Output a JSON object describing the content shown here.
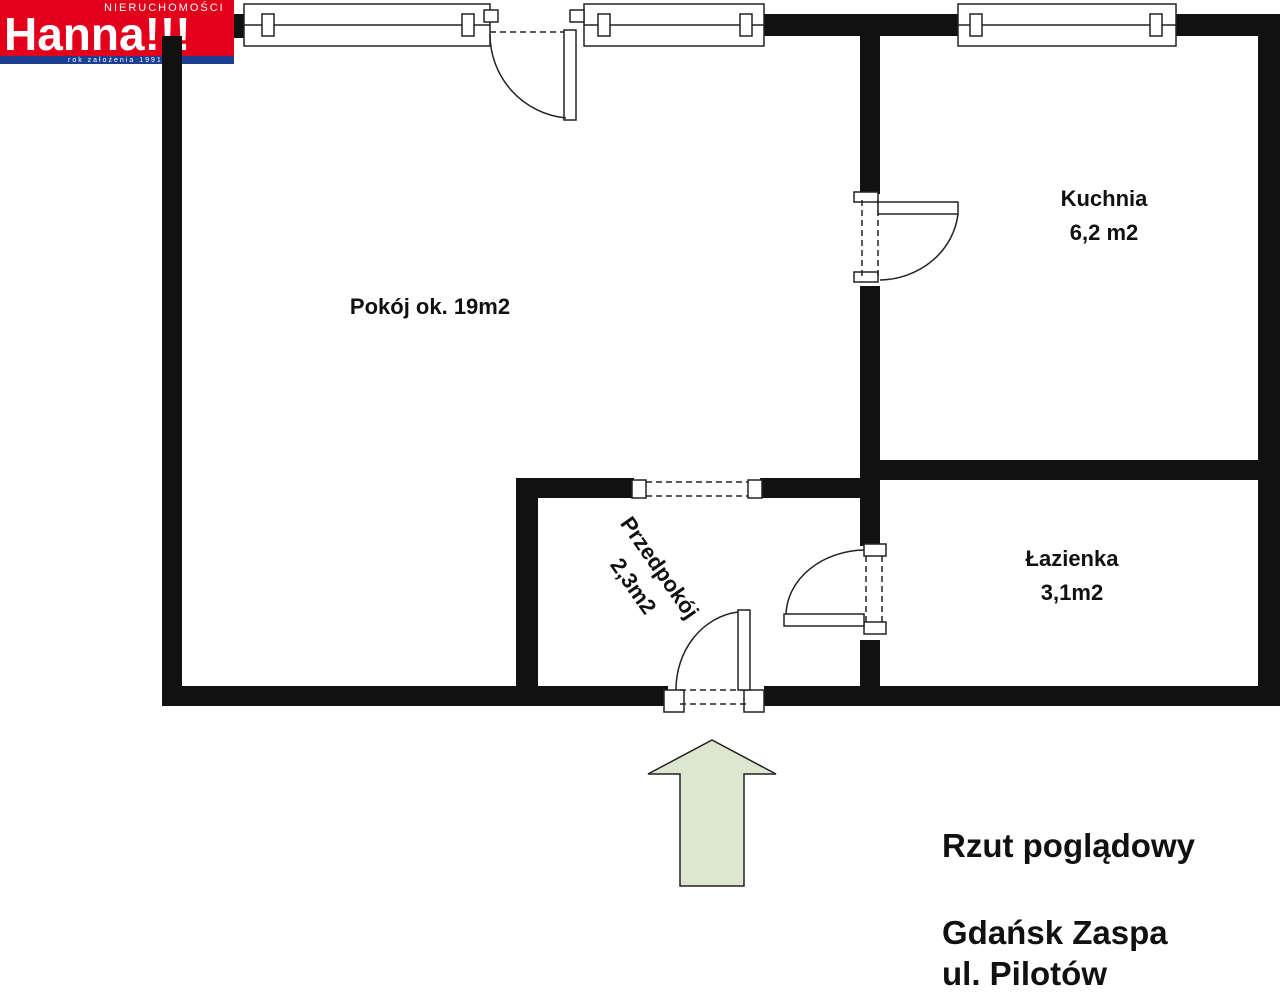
{
  "logo": {
    "top_text": "NIERUCHOMOŚCI",
    "brand": "Hanna!!!",
    "founded": "rok założenia 1991",
    "red": "#e3001b",
    "blue": "#1d3f93"
  },
  "rooms": {
    "pokoj": "Pokój ok. 19m2",
    "kuchnia_name": "Kuchnia",
    "kuchnia_area": "6,2 m2",
    "lazienka_name": "Łazienka",
    "lazienka_area": "3,1m2",
    "przedpokoj_name": "Przedpokój",
    "przedpokoj_area": "2,3m2"
  },
  "caption": {
    "line1": "Rzut poglądowy",
    "line2": "Gdańsk Zaspa",
    "line3": "ul. Pilotów"
  },
  "colors": {
    "wall": "#111111",
    "entrance_arrow": "#dde6cf"
  }
}
